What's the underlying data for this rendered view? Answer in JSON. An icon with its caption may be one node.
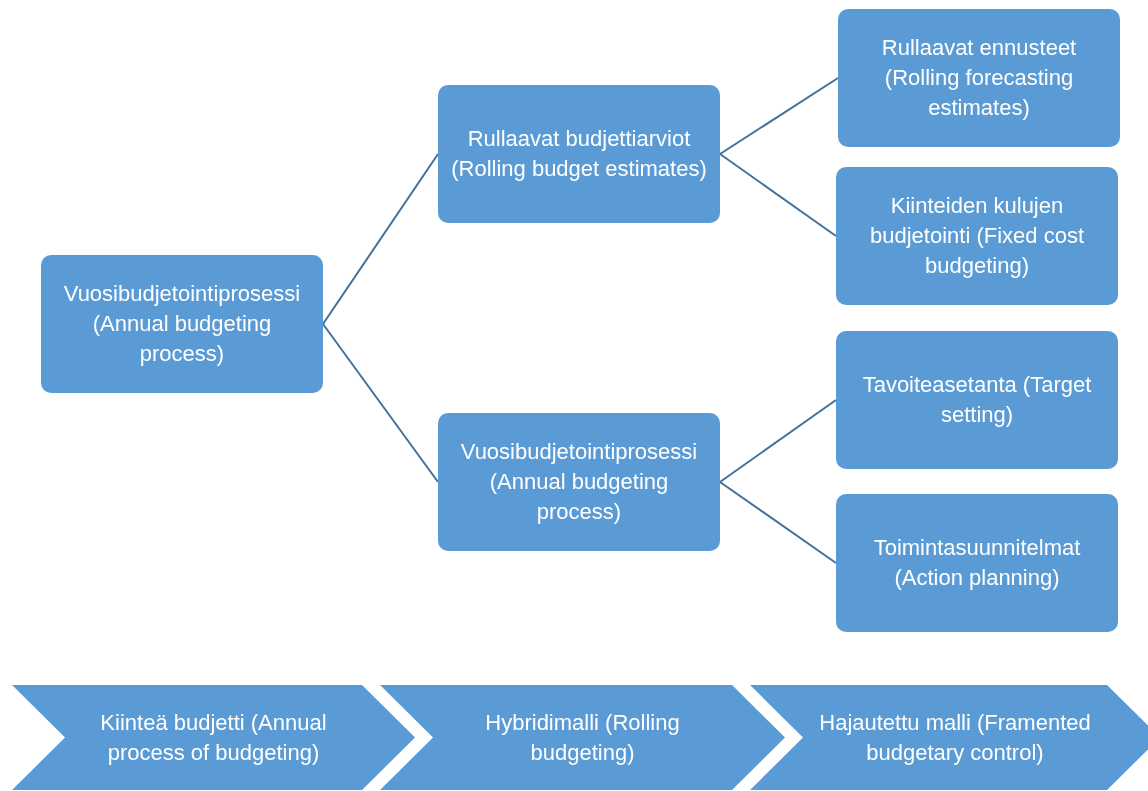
{
  "diagram": {
    "nodes": [
      {
        "text": [
          "Vuosibudjetointiprosessi (Annual budgeting process)"
        ]
      },
      {
        "text": [
          "Rullaavat budjettiarviot (Rolling budget estimates)"
        ]
      },
      {
        "text": [
          "Vuosibudjetointiprosessi (Annual budgeting process)"
        ]
      },
      {
        "text": [
          "Rullaavat ennusteet (Rolling forecasting estimates)"
        ]
      },
      {
        "text": [
          "Kiinteiden kulujen budjetointi (Fixed cost budgeting)"
        ]
      },
      {
        "text": [
          "Tavoiteasetanta (Target setting)"
        ]
      },
      {
        "text": [
          "Toimintasuunnitelmat (Action planning)"
        ]
      },
      {
        "text": [
          "Kiinteä budjetti (Annual process of budgeting)"
        ]
      },
      {
        "text": [
          "Hybridimalli (Rolling budgeting)"
        ]
      },
      {
        "text": [
          "Hajautettu malli (Framented budgetary control)"
        ]
      }
    ],
    "edges": [
      {
        "from": 0,
        "to": 1,
        "arrow": "none"
      },
      {
        "from": 0,
        "to": 2,
        "arrow": "none"
      },
      {
        "from": 1,
        "to": 3,
        "arrow": "none"
      },
      {
        "from": 1,
        "to": 4,
        "arrow": "none"
      },
      {
        "from": 2,
        "to": 5,
        "arrow": "none"
      },
      {
        "from": 2,
        "to": 6,
        "arrow": "none"
      }
    ]
  }
}
